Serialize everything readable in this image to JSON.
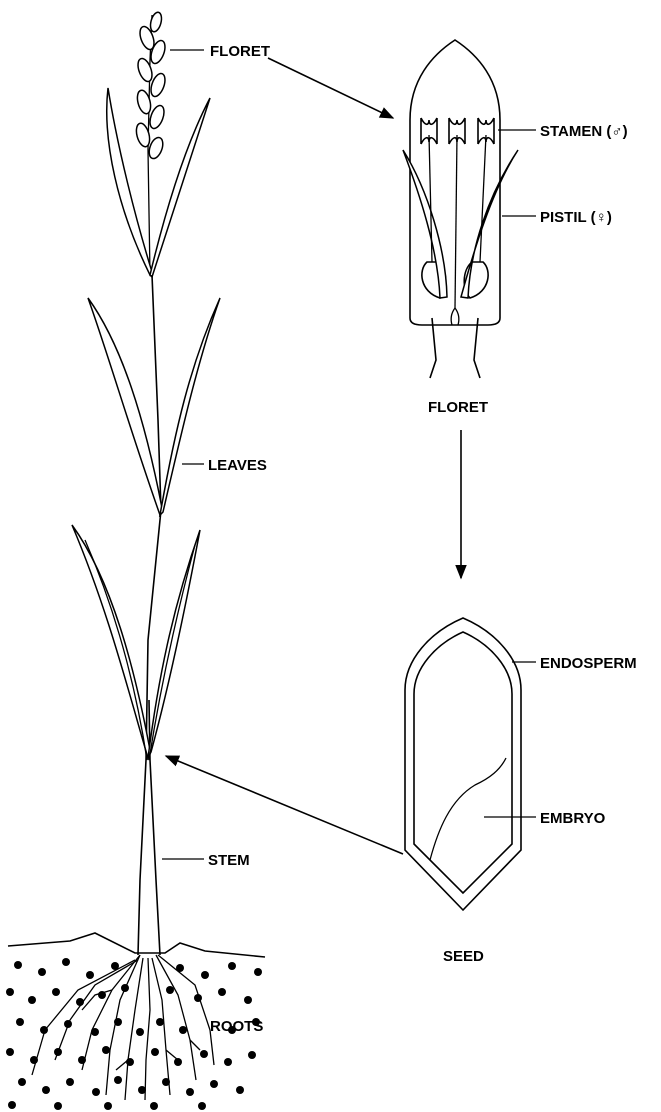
{
  "labels": {
    "floret_plant": "FLORET",
    "stamen": "STAMEN",
    "male_symbol": "(♂)",
    "pistil": "PISTIL",
    "female_symbol": "(♀)",
    "floret_caption": "FLORET",
    "leaves": "LEAVES",
    "endosperm": "ENDOSPERM",
    "embryo": "EMBRYO",
    "stem": "STEM",
    "seed_caption": "SEED",
    "roots": "ROOTS"
  },
  "colors": {
    "ink": "#000000",
    "background": "#ffffff"
  },
  "arrows": [
    {
      "from": "floret-label-plant",
      "to": "floret-detail"
    },
    {
      "from": "floret-detail",
      "to": "seed"
    },
    {
      "from": "seed",
      "to": "stem"
    }
  ]
}
